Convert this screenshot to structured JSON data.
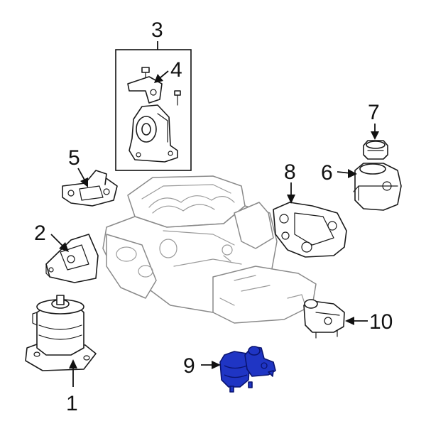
{
  "callouts": {
    "c1": "1",
    "c2": "2",
    "c3": "3",
    "c4": "4",
    "c5": "5",
    "c6": "6",
    "c7": "7",
    "c8": "8",
    "c9": "9",
    "c10": "10"
  },
  "highlighted_part": "9",
  "colors": {
    "highlight": "#1f35c4",
    "line_art": "#1a1a1a",
    "engine_outline": "#8a8a8a",
    "background": "#ffffff"
  }
}
